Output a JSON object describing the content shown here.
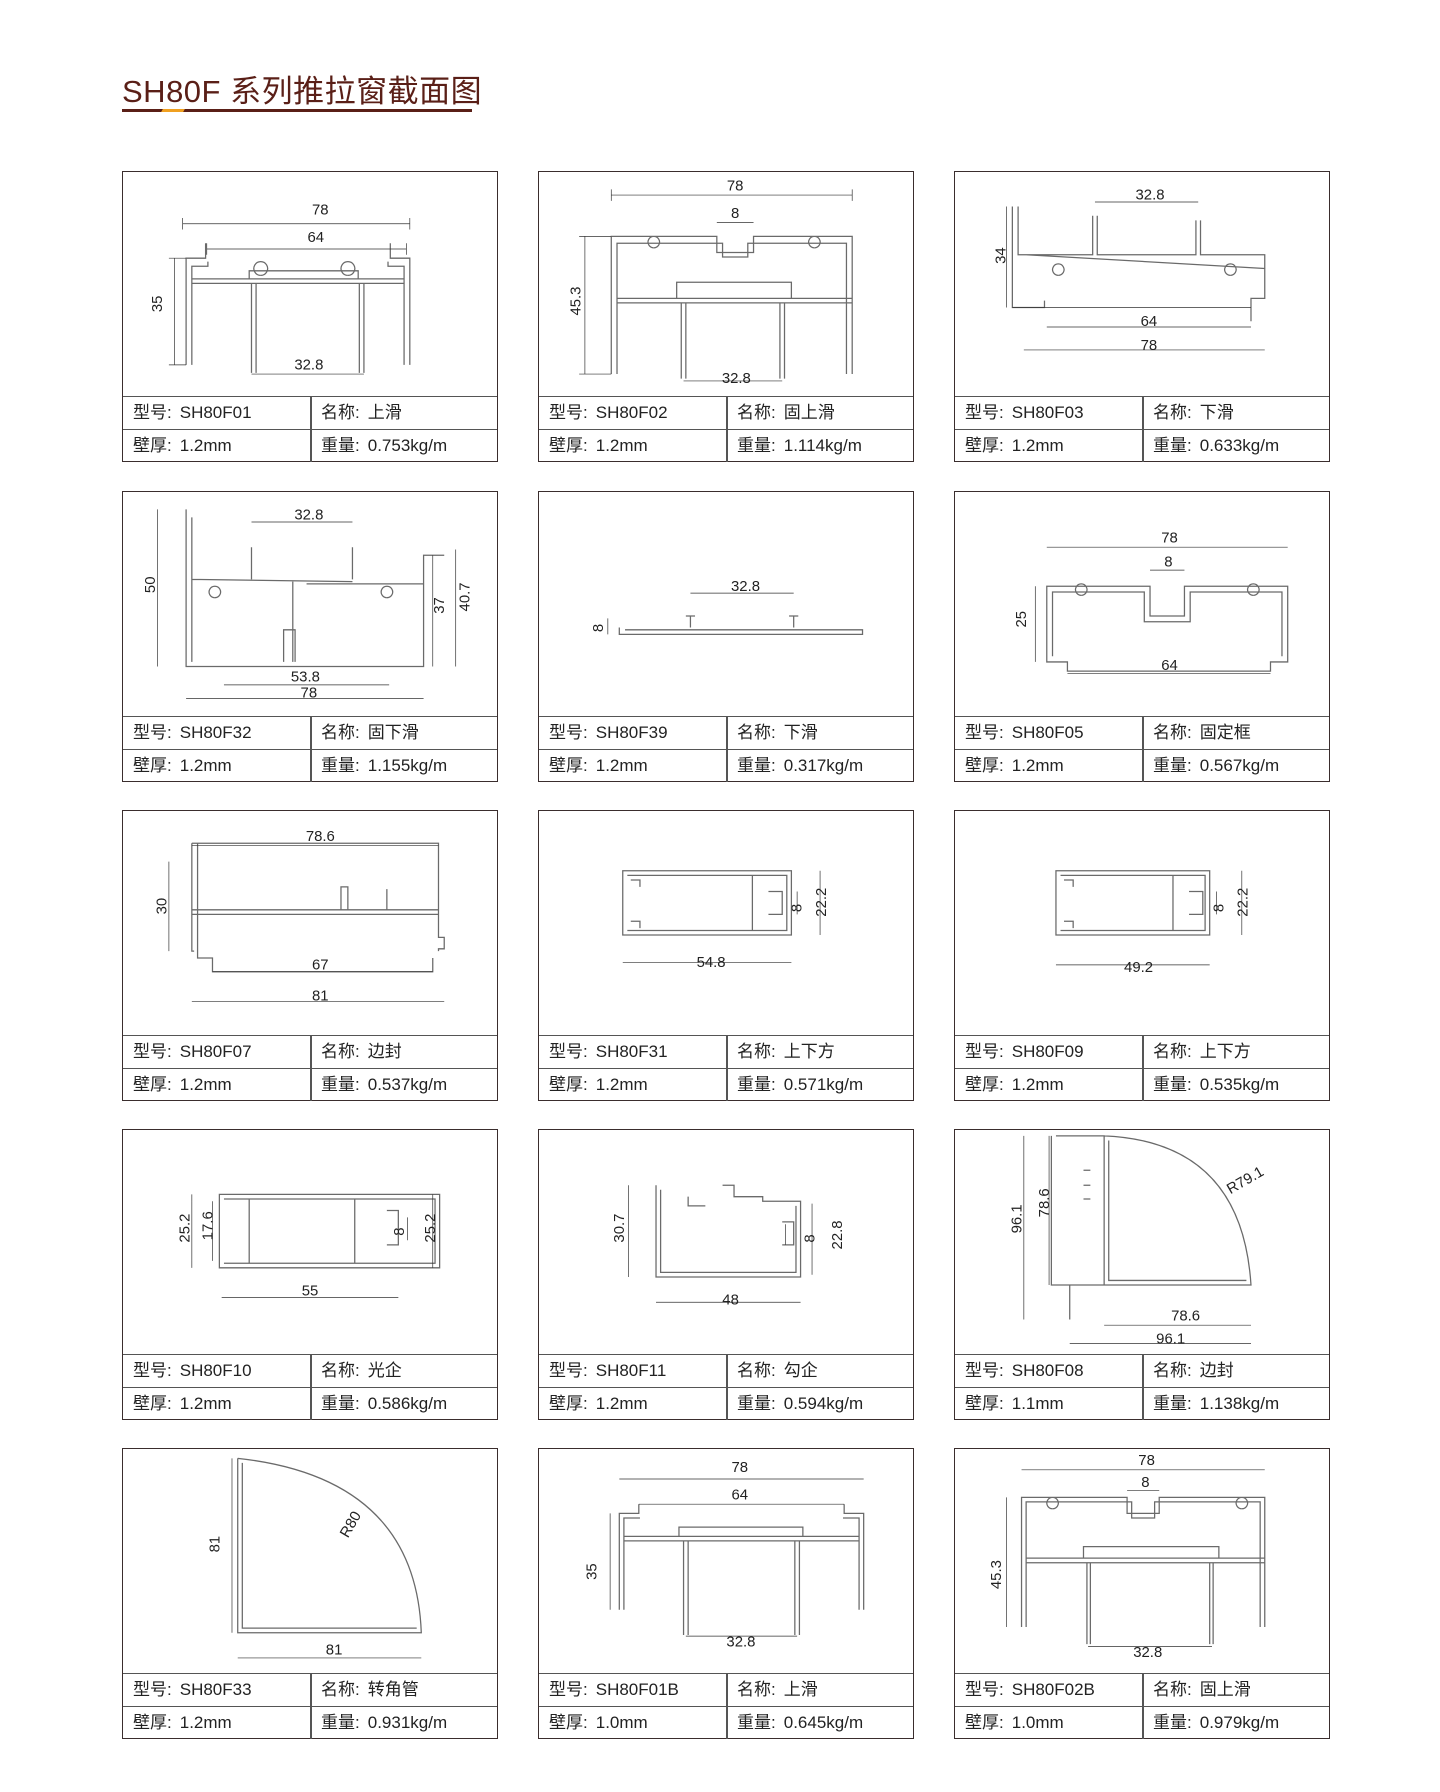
{
  "title": "SH80F 系列推拉窗截面图",
  "labels": {
    "model": "型号:",
    "name": "名称:",
    "thickness": "壁厚:",
    "weight": "重量:"
  },
  "cards": [
    {
      "model": "SH80F01",
      "name": "上滑",
      "thickness": "1.2mm",
      "weight": "0.753kg/m",
      "dims": [
        "78",
        "64",
        "35",
        "32.8"
      ]
    },
    {
      "model": "SH80F02",
      "name": "固上滑",
      "thickness": "1.2mm",
      "weight": "1.114kg/m",
      "dims": [
        "78",
        "8",
        "45.3",
        "32.8"
      ]
    },
    {
      "model": "SH80F03",
      "name": "下滑",
      "thickness": "1.2mm",
      "weight": "0.633kg/m",
      "dims": [
        "32.8",
        "34",
        "64",
        "78"
      ]
    },
    {
      "model": "SH80F32",
      "name": "固下滑",
      "thickness": "1.2mm",
      "weight": "1.155kg/m",
      "dims": [
        "32.8",
        "50",
        "37",
        "40.7",
        "53.8",
        "78"
      ]
    },
    {
      "model": "SH80F39",
      "name": "下滑",
      "thickness": "1.2mm",
      "weight": "0.317kg/m",
      "dims": [
        "32.8",
        "8"
      ]
    },
    {
      "model": "SH80F05",
      "name": "固定框",
      "thickness": "1.2mm",
      "weight": "0.567kg/m",
      "dims": [
        "78",
        "8",
        "25",
        "64"
      ]
    },
    {
      "model": "SH80F07",
      "name": "边封",
      "thickness": "1.2mm",
      "weight": "0.537kg/m",
      "dims": [
        "78.6",
        "30",
        "67",
        "81"
      ]
    },
    {
      "model": "SH80F31",
      "name": "上下方",
      "thickness": "1.2mm",
      "weight": "0.571kg/m",
      "dims": [
        "8",
        "22.2",
        "54.8"
      ]
    },
    {
      "model": "SH80F09",
      "name": "上下方",
      "thickness": "1.2mm",
      "weight": "0.535kg/m",
      "dims": [
        "8",
        "22.2",
        "49.2"
      ]
    },
    {
      "model": "SH80F10",
      "name": "光企",
      "thickness": "1.2mm",
      "weight": "0.586kg/m",
      "dims": [
        "25.2",
        "17.6",
        "8",
        "25.2",
        "55"
      ]
    },
    {
      "model": "SH80F11",
      "name": "勾企",
      "thickness": "1.2mm",
      "weight": "0.594kg/m",
      "dims": [
        "30.7",
        "8",
        "22.8",
        "48"
      ]
    },
    {
      "model": "SH80F08",
      "name": "边封",
      "thickness": "1.1mm",
      "weight": "1.138kg/m",
      "dims": [
        "96.1",
        "78.6",
        "R79.1",
        "78.6",
        "96.1"
      ]
    },
    {
      "model": "SH80F33",
      "name": "转角管",
      "thickness": "1.2mm",
      "weight": "0.931kg/m",
      "dims": [
        "81",
        "R80",
        "81"
      ]
    },
    {
      "model": "SH80F01B",
      "name": "上滑",
      "thickness": "1.0mm",
      "weight": "0.645kg/m",
      "dims": [
        "78",
        "64",
        "35",
        "32.8"
      ]
    },
    {
      "model": "SH80F02B",
      "name": "固上滑",
      "thickness": "1.0mm",
      "weight": "0.979kg/m",
      "dims": [
        "78",
        "8",
        "45.3",
        "32.8"
      ]
    }
  ]
}
